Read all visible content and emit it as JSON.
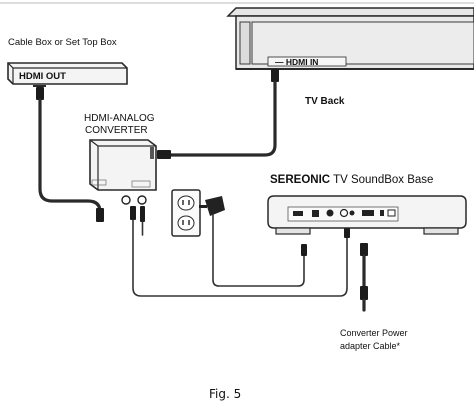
{
  "labels": {
    "cable_box": "Cable Box or Set Top Box",
    "hdmi_out": "HDMI OUT",
    "converter_line1": "HDMI-ANALOG",
    "converter_line2": "CONVERTER",
    "hdmi_in": "—  HDMI IN",
    "tv_back": "TV Back",
    "soundbox_brand": "SEREONIC",
    "soundbox_rest": " TV SoundBox Base",
    "power_line1": "Converter Power",
    "power_line2": "adapter Cable*",
    "fig": "Fig. 5"
  }
}
